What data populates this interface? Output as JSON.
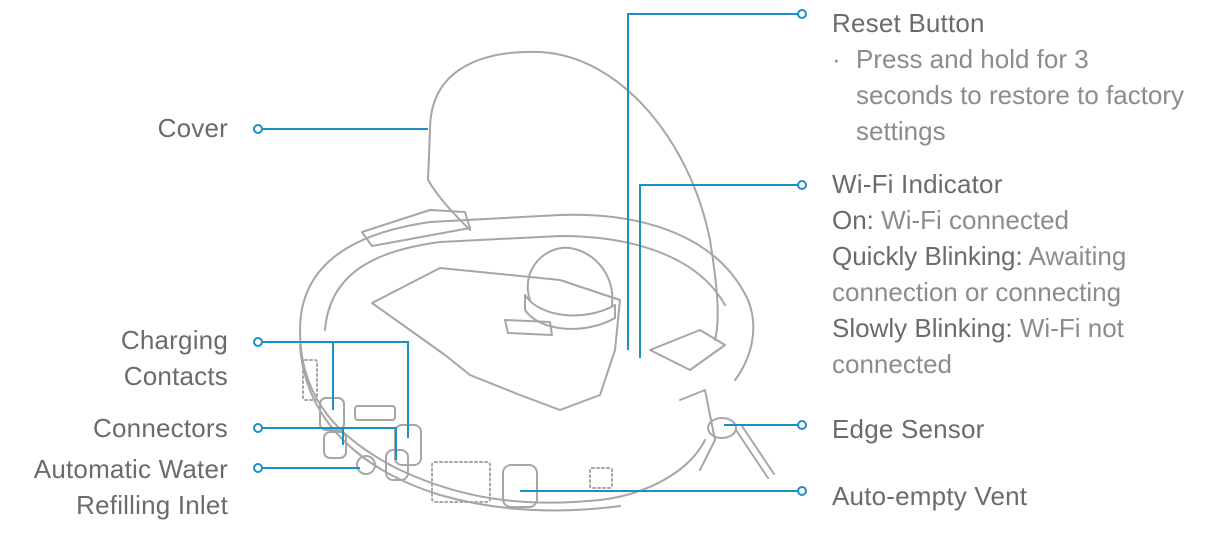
{
  "colors": {
    "leader": "#1a8fc9",
    "outline": "#a6a6a6",
    "label": "#6b6b6b",
    "description": "#8c8c8c"
  },
  "labels": {
    "cover": "Cover",
    "charging_contacts_1": "Charging",
    "charging_contacts_2": "Contacts",
    "connectors": "Connectors",
    "water_inlet_1": "Automatic Water",
    "water_inlet_2": "Refilling Inlet",
    "reset_button": "Reset Button",
    "wifi_indicator": "Wi-Fi Indicator",
    "edge_sensor": "Edge Sensor",
    "auto_empty_vent": "Auto-empty Vent"
  },
  "reset_description": {
    "bullet": "·",
    "line1": "Press and hold for 3",
    "line2": "seconds to restore to factory",
    "line3": "settings"
  },
  "wifi_states": {
    "on_key": "On:",
    "on_value": "Wi-Fi connected",
    "quick_key": "Quickly Blinking:",
    "quick_value": "Awaiting",
    "quick_value_2": "connection or connecting",
    "slow_key": "Slowly Blinking:",
    "slow_value": "Wi-Fi not",
    "slow_value_2": "connected"
  }
}
